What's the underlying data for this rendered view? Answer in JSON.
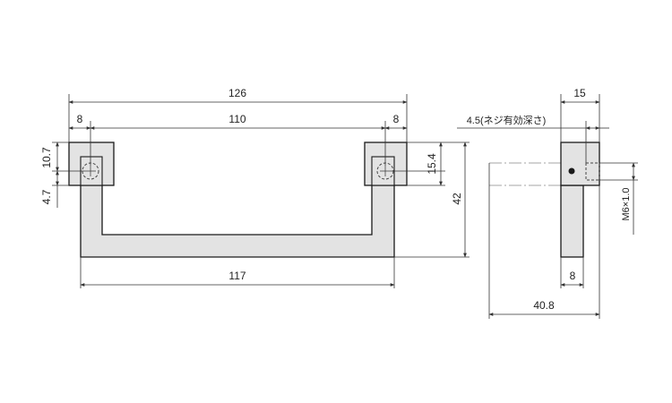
{
  "drawing": {
    "colors": {
      "part_fill": "#e3e3e3",
      "line": "#1a1a1a",
      "dim_line": "#333333",
      "hidden_line": "#444444",
      "center_line": "#888888"
    },
    "dimensions": {
      "overall_length": "126",
      "end_left": "8",
      "center_span": "110",
      "end_right": "8",
      "block_height": "10.7",
      "hole_offset": "4.7",
      "block_height_right": "15.4",
      "total_height": "42",
      "grip_length": "117",
      "side_depth": "15",
      "thread_depth": "4.5(ネジ有効深さ)",
      "thread_size": "M6×1.0",
      "side_width": "8",
      "side_total": "40.8"
    }
  }
}
